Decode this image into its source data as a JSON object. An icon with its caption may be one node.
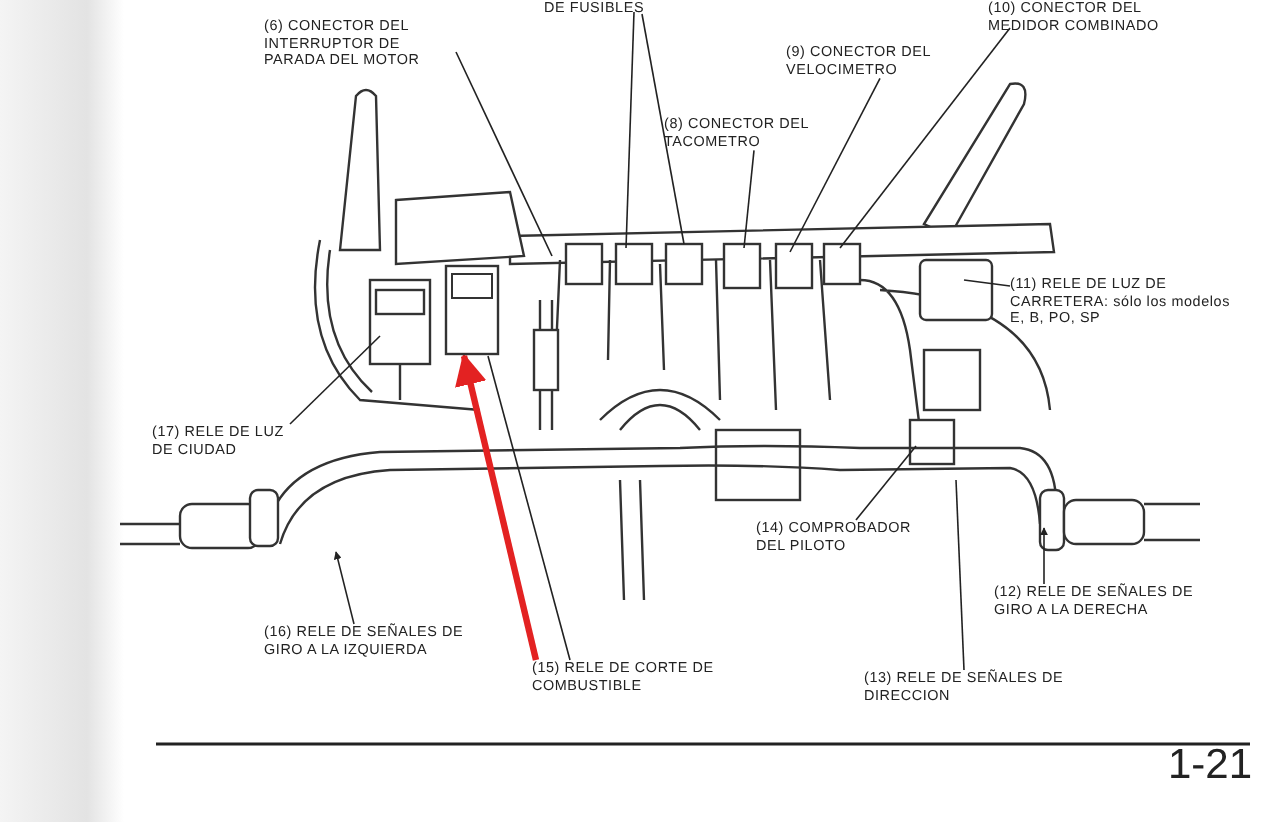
{
  "diagram": {
    "nodes": [
      {
        "text": [
          "DE FUSIBLES"
        ]
      },
      {
        "text": [
          "(10) CONECTOR DEL MEDIDOR COMBINADO"
        ]
      },
      {
        "text": [
          "(6) CONECTOR DEL INTERRUPTOR DE PARADA DEL MOTOR"
        ]
      },
      {
        "text": [
          "(9) CONECTOR DEL VELOCIMETRO"
        ]
      },
      {
        "text": [
          "(8) CONECTOR DEL TACOMETRO"
        ]
      },
      {
        "text": [
          "(11) RELE DE LUZ DE CARRETERA: sólo los modelos E, B, PO, SP"
        ]
      },
      {
        "text": [
          "(17) RELE DE LUZ DE CIUDAD"
        ]
      },
      {
        "text": [],
        "shape": "box"
      },
      {
        "text": [
          "(14) COMPROBADOR DEL PILOTO"
        ]
      },
      {
        "text": [
          "(12) RELE DE SEÑALES DE GIRO A LA DERECHA"
        ]
      },
      {
        "text": [
          "(16) RELE DE SEÑALES DE GIRO A LA IZQUIERDA"
        ]
      },
      {
        "text": [
          "(15) RELE DE CORTE DE COMBUSTIBLE"
        ]
      },
      {
        "text": [
          "(13) RELE DE SEÑALES DE DIRECCION"
        ]
      }
    ],
    "edges": [
      {
        "from": 0,
        "to": null,
        "arrow": "none"
      },
      {
        "from": 0,
        "to": null,
        "arrow": "none"
      },
      {
        "from": 1,
        "to": null,
        "arrow": "none"
      },
      {
        "from": 2,
        "to": null,
        "arrow": "none"
      },
      {
        "from": 3,
        "to": null,
        "arrow": "none"
      },
      {
        "from": 4,
        "to": null,
        "arrow": "none"
      },
      {
        "from": 5,
        "to": null,
        "arrow": "none"
      },
      {
        "from": 6,
        "to": null,
        "arrow": "none"
      },
      {
        "from": 11,
        "to": 7,
        "arrow": "none"
      },
      {
        "from": 11,
        "to": 7,
        "arrow": "to",
        "style": "thick",
        "color": "#e32222"
      },
      {
        "from": 8,
        "to": null,
        "arrow": "none"
      },
      {
        "from": 9,
        "to": null,
        "arrow": "to"
      },
      {
        "from": 10,
        "to": null,
        "arrow": "to"
      },
      {
        "from": 12,
        "to": null,
        "arrow": "none"
      }
    ],
    "labels": [
      "1-21"
    ]
  }
}
